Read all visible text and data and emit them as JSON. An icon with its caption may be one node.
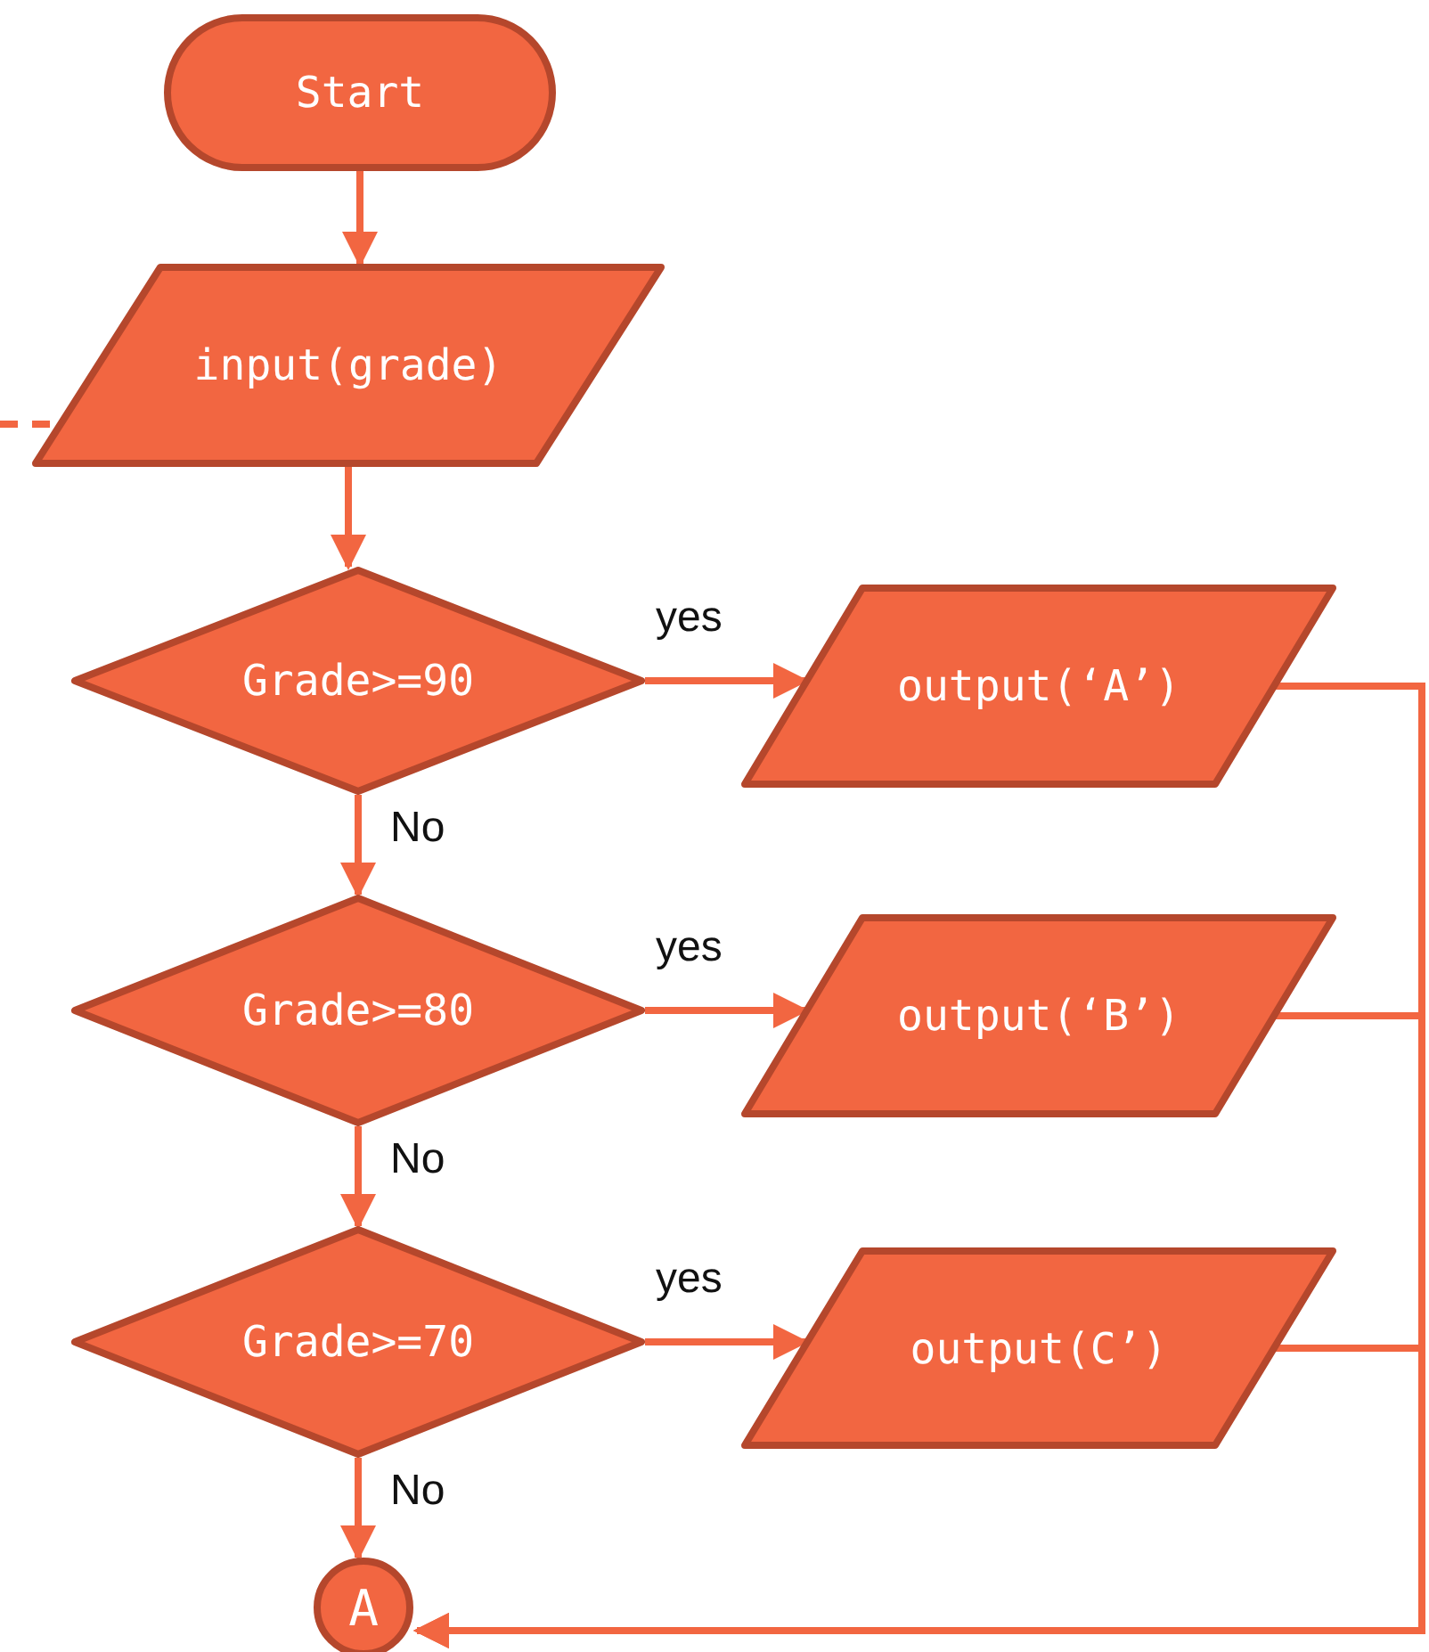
{
  "diagram": {
    "nodes": [
      {
        "text": [
          "Start"
        ]
      },
      {
        "text": [
          "input(grade)"
        ]
      },
      {
        "text": [
          "Grade>=90"
        ]
      },
      {
        "text": [
          "output(‘A’)"
        ]
      },
      {
        "text": [
          "Grade>=80"
        ]
      },
      {
        "text": [
          "output(‘B’)"
        ]
      },
      {
        "text": [
          "Grade>=70"
        ]
      },
      {
        "text": [
          "output(C’)"
        ]
      },
      {
        "text": [
          "A"
        ]
      }
    ],
    "edges": [
      {
        "from": 0,
        "to": 1,
        "arrow": "to"
      },
      {
        "from": 1,
        "to": 2,
        "arrow": "to"
      },
      {
        "from": 2,
        "to": 3,
        "arrow": "to",
        "label": "yes"
      },
      {
        "from": 2,
        "to": 4,
        "arrow": "to",
        "label": "No"
      },
      {
        "from": 4,
        "to": 5,
        "arrow": "to",
        "label": "yes"
      },
      {
        "from": 4,
        "to": 6,
        "arrow": "to",
        "label": "No"
      },
      {
        "from": 6,
        "to": 7,
        "arrow": "to",
        "label": "yes"
      },
      {
        "from": 6,
        "to": 8,
        "arrow": "to",
        "label": "No"
      },
      {
        "from": 3,
        "to": 8,
        "arrow": "to"
      },
      {
        "from": 5,
        "to": 8,
        "arrow": "to"
      },
      {
        "from": 7,
        "to": 8,
        "arrow": "to"
      },
      {
        "from": null,
        "to": 1,
        "arrow": "none",
        "style": "dashed"
      }
    ]
  }
}
